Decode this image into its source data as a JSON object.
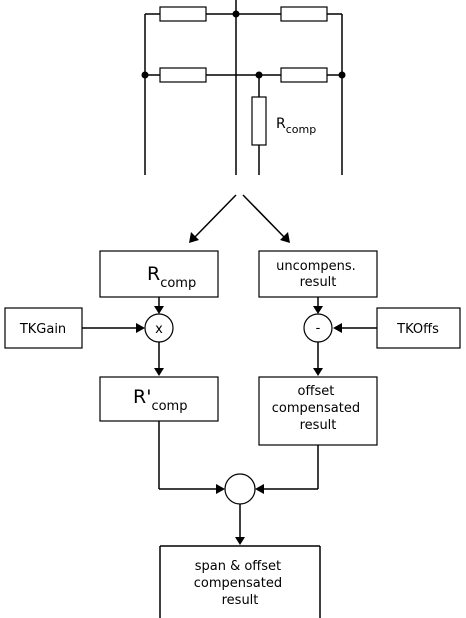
{
  "circuit": {
    "comp_resistor_label": "R",
    "comp_resistor_sub": "comp"
  },
  "blocks": {
    "rcomp": {
      "main": "R",
      "sub": "comp"
    },
    "uncompensated": {
      "line1": "uncompens.",
      "line2": "result"
    },
    "tkgain": "TKGain",
    "tkoffs": "TKOffs",
    "multiply_op": "x",
    "subtract_op": "-",
    "rcomp_prime": {
      "main": "R'",
      "sub": "comp"
    },
    "offset_compensated": {
      "line1": "offset",
      "line2": "compensated",
      "line3": "result"
    },
    "final": {
      "line1": "span & offset",
      "line2": "compensated",
      "line3": "result"
    }
  }
}
